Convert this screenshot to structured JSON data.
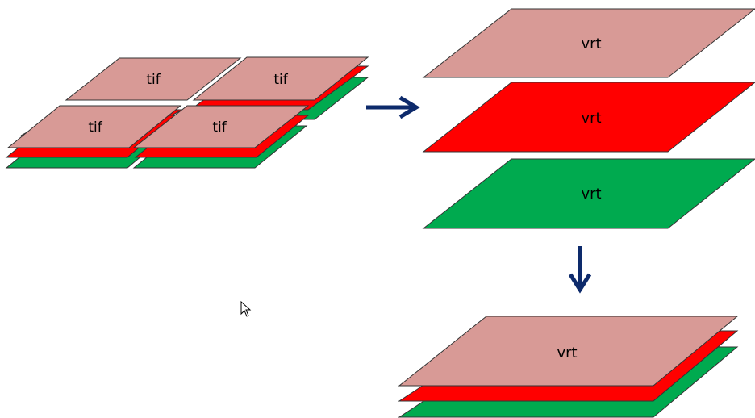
{
  "colors": {
    "pink": "#d89a96",
    "red": "#ff0000",
    "green": "#00aa4f",
    "arrow": "#0d2a6b",
    "outline": "#333333"
  },
  "tiles": {
    "top_left_label": "tif",
    "top_right_label": "tif",
    "bottom_left_label": "tif",
    "bottom_right_label": "tif"
  },
  "separate_vrts": {
    "pink_label": "vrt",
    "red_label": "vrt",
    "green_label": "vrt"
  },
  "stacked_vrt": {
    "label": "vrt"
  },
  "arrows": [
    "arrow-right-icon",
    "arrow-down-icon"
  ],
  "cursor_icon": "mouse-pointer-icon"
}
